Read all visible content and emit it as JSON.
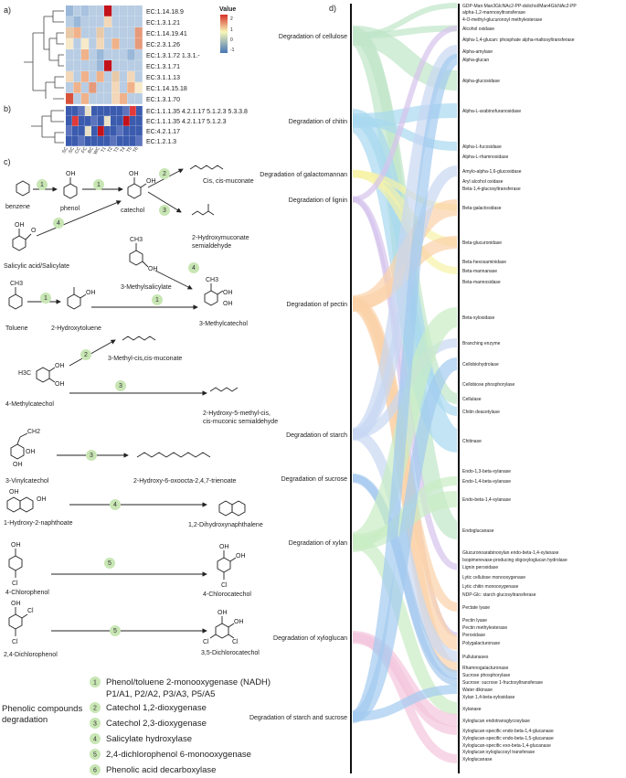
{
  "panels": {
    "a": "a)",
    "b": "b)",
    "c": "c)",
    "d": "d)"
  },
  "heatmap_a": {
    "rows": [
      "EC:1.14.18.9",
      "EC:1.3.1.21",
      "EC:1.14.19.41",
      "EC:2.3.1.26",
      "EC:1.3.1.72 1.3.1.-",
      "EC:1.3.1.71",
      "EC:3.1.1.13",
      "EC:1.14.15.18",
      "EC:1.3.1.70"
    ],
    "colorbar": {
      "title": "Value",
      "ticks": [
        "2",
        "1",
        "0",
        "-1"
      ]
    }
  },
  "heatmap_b": {
    "rows": [
      "EC:1.1.1.35 4.2.1.17 5.1.2.3 5.3.3.8",
      "EC:1.1.1.35 4.2.1.17 5.1.2.3",
      "EC:4.2.1.17",
      "EC:1.2.1.3"
    ],
    "columns": [
      "SC",
      "SC",
      "CC",
      "FC",
      "BC",
      "WC",
      "T1",
      "T2",
      "T3",
      "T4",
      "T5",
      "T6"
    ]
  },
  "pathways": {
    "compounds": {
      "benzene": "benzene",
      "phenol": "phenol",
      "catechol": "catechol",
      "cis_cis_muconate": "Cis, cis-muconate",
      "hydroxymuconate": [
        "2-Hydroxymuconate",
        "semialdehyde"
      ],
      "salicylic": "Salicylic acid/Salicylate",
      "methylsalicylate": "3-Methylsalicylate",
      "toluene": "Toluene",
      "hydroxytoluene": "2-Hydroxytoluene",
      "methylcatechol3": "3-Methylcatechol",
      "methyl_muconate": "3-Methyl-cis,cis-muconate",
      "methylcatechol4": "4-Methylcatechol",
      "hydroxy_methyl": [
        "2-Hydroxy-5-methyl-cis,",
        "cis-muconic semialdehyde"
      ],
      "vinylcatechol": "3-Vinylcatechol",
      "oxoocta": "2-Hydroxy-6-oxoocta-2,4,7-trienoate",
      "hydroxynaphthoate": "1-Hydroxy-2-naphthoate",
      "dihydroxynaph": "1,2-Dihydroxynaphthalene",
      "chlorophenol": "4-Chlorophenol",
      "chlorocatechol": "4-Chlorocatechol",
      "dichlorophenol": "2,4-Dichlorophenol",
      "dichlorocatechol": "3,5-Dichlorocatechol"
    },
    "atoms": {
      "OH": "OH",
      "O": "O",
      "CH3": "CH3",
      "Cl": "Cl",
      "H3C": "H3C",
      "CH2": "CH2"
    },
    "title": [
      "Phenolic compounds",
      "degradation"
    ],
    "enzymes": [
      {
        "num": "1",
        "name": "Phenol/toluene 2-monooxygenase (NADH)",
        "sub": "P1/A1, P2/A2, P3/A3, P5/A5"
      },
      {
        "num": "2",
        "name": "Catechol 1,2-dioxygenase"
      },
      {
        "num": "3",
        "name": "Catechol 2,3-dioxygenase"
      },
      {
        "num": "4",
        "name": "Salicylate hydroxylase"
      },
      {
        "num": "5",
        "name": "2,4-dichlorophenol 6-monooxygenase"
      },
      {
        "num": "6",
        "name": "Phenolic acid decarboxylase"
      }
    ]
  },
  "sankey": {
    "categories": [
      "Degradation of cellulose",
      "Degradation of chitin",
      "Degradation of galactomannan",
      "Degradation of lignin",
      "Degradation of pectin",
      "Degradation of starch",
      "Degradation of sucrose",
      "Degradation of xylan",
      "Degradation of xyloglucan",
      "Degradation of starch and sucrose"
    ],
    "enzymes": [
      "GDP-Man:Man3GlcNAc2-PP-dolichol/Man4GlcNAc2-PP",
      "alpha-1,2-mannosyltransferase",
      "4-O-methyl-glucuronoyl methylesterase",
      "Alcohol oxidase",
      "Alpha-1,4-glucan: phosphate alpha-maltosyltransferase",
      "Alpha-amylase",
      "Alpha-glucan",
      "Alpha-glucosidase",
      "Alpha-L-arabinofuranosidase",
      "Alpha-L-fucosidase",
      "Alpha-L-rhamnosidase",
      "Amylo-alpha-1,6-glucosidase",
      "Aryl alcohol oxidase",
      "Beta-1,4-glucosyltransferase",
      "Beta-galactosidase",
      "Beta-glucuronidase",
      "Beta-hexosaminidase",
      "Beta-mannanase",
      "Beta-mannosidase",
      "Beta-xylosidase",
      "Branching enzyme",
      "Cellobiohydrolase",
      "Cellobiose phosphorylase",
      "Cellulase",
      "Chitin deacetylase",
      "Chitinase",
      "Endo-1,3-beta-xylanase",
      "Endo-1,4-beta-xylanase",
      "Endo-beta-1,4-xylanase",
      "Endoglucanase",
      "Glucuronoarabinoxylan endo-beta-1,4-xylanase",
      "Isopimerevase-producing oligoxyloglucan hydrolase",
      "Lignin peroxidase",
      "Lytic cellulose monooxygenase",
      "Lytic chitin monooxygenase",
      "NDP-Glc: starch glucosyltransferase",
      "Pectate lyase",
      "Pectin lyase",
      "Pectin methylesterase",
      "Peroxidase",
      "Polygalacturonase",
      "Pullulanases",
      "Rhamnogalacturonase",
      "Sucrose phosphorylase",
      "Sucrose: sucrose 1-fructosyltransferase",
      "Water dikinase",
      "Xylan 1,4-beta-xylosidase",
      "Xylanase",
      "Xyloglucan endotransglycosylase",
      "Xyloglucan-specific endo-beta-1,4-glucanase",
      "Xyloglucan-specific endo-beta-1,5-glucanase",
      "Xyloglucan-specific exo-beta-1,4-glucanase",
      "Xyloglucan:xyloglucosyl transferase",
      "Xyloglucanase"
    ]
  },
  "colors": {
    "high": "#d73027",
    "mid": "#f7f7b8",
    "low": "#4575b4",
    "enzyme_badge": "#c8e6b4"
  }
}
